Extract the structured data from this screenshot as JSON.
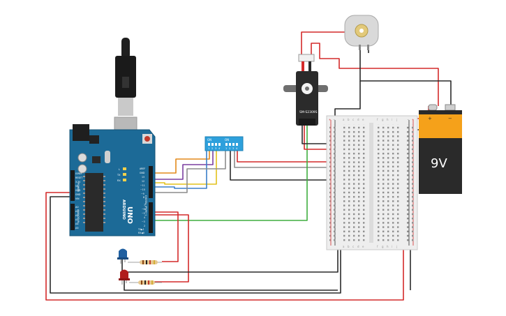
{
  "arduino": {
    "brand": "ARDUINO",
    "model": "UNO",
    "power_label": "POWER",
    "power_pins": [
      "IOREF",
      "RESET",
      "3.3V",
      "5V",
      "GND",
      "GND",
      "VIN"
    ],
    "analog_label": "ANALOG IN",
    "analog_pins": [
      "A0",
      "A1",
      "A2",
      "A3",
      "A4",
      "A5"
    ],
    "digital_label": "DIGITAL (PWM~)",
    "top_header_pins": [
      "AREF",
      "GND",
      "13",
      "12",
      "~11",
      "~10",
      "~9",
      "8"
    ],
    "lower_header_pins": [
      "7",
      "~6",
      "~5",
      "4",
      "~3",
      "2",
      "TX▶1",
      "RX◀0"
    ],
    "led_labels": [
      "L",
      "TX",
      "RX"
    ]
  },
  "dip_switch": {
    "on_labels": [
      "ON",
      "ON"
    ],
    "numbers": [
      "1",
      "2",
      "3",
      "4",
      "1",
      "2",
      "3",
      "4"
    ]
  },
  "servo": {
    "label": "SM-S2309S"
  },
  "breadboard": {
    "top_letters": [
      "a",
      "b",
      "c",
      "d",
      "e",
      "f",
      "g",
      "h",
      "i",
      "j"
    ],
    "bottom_letters": [
      "a",
      "b",
      "c",
      "d",
      "e",
      "f",
      "g",
      "h",
      "i",
      "j"
    ],
    "rail_plus": "+",
    "rail_minus": "-"
  },
  "battery": {
    "label": "9V",
    "plus": "+",
    "minus": "−"
  },
  "colors": {
    "arduino_blue": "#1c6a97",
    "wire_red": "#d42a2a",
    "wire_black": "#2a2a2a",
    "wire_orange": "#e38a1c",
    "wire_purple": "#7a3fa0",
    "wire_yellow": "#e2c21c",
    "wire_blue": "#3a7fc8",
    "wire_gray": "#8c8c8c",
    "wire_green": "#3fae3f",
    "dip_blue": "#2ea0dc",
    "battery_orange": "#f5a11a",
    "led_blue": "#1f5fa0",
    "led_red": "#b01c1c"
  }
}
